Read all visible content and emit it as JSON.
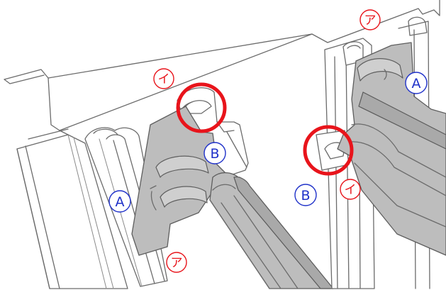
{
  "colors": {
    "red": "#e8141b",
    "blue": "#1f31c9",
    "line": "#6b6b6b",
    "part_gray": "#bdbdbd"
  },
  "labels": {
    "a_top_right": "ア",
    "i_top_left": "イ",
    "a_circled_right": "A",
    "b_circled_left": "B",
    "a_circled_left": "A",
    "b_circled_right": "B",
    "i_middle_right": "イ",
    "a_bottom_left": "ア"
  }
}
